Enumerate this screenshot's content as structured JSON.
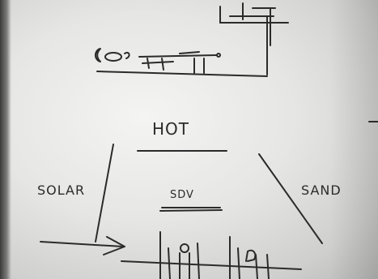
{
  "sketch": {
    "label_hot": "HOT",
    "label_sd": "SDV",
    "label_solar": "SOLAR",
    "label_sand": "SAND"
  },
  "colors": {
    "paper": "#e9e9e7",
    "ink": "#2b2b2b"
  }
}
